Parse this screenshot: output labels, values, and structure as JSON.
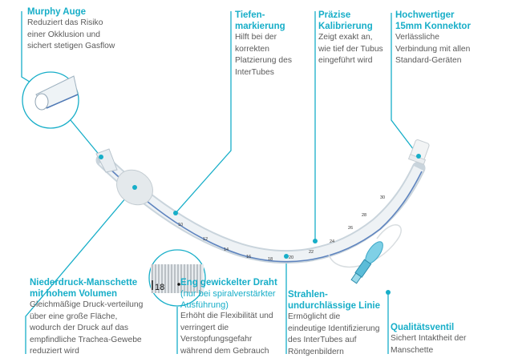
{
  "colors": {
    "accent": "#17aec8",
    "text": "#5a5a5a"
  },
  "callouts": {
    "murphy": {
      "title": "Murphy Auge",
      "desc": [
        "Reduziert das Risiko",
        "einer Okklusion und",
        "sichert stetigen Gasflow"
      ]
    },
    "tiefen": {
      "title": [
        "Tiefen-",
        "markierung"
      ],
      "desc": [
        "Hilft bei der",
        "korrekten",
        "Platzierung des",
        "InterTubes"
      ]
    },
    "praezise": {
      "title": [
        "Präzise",
        "Kalibrierung"
      ],
      "desc": [
        "Zeigt exakt an,",
        "wie tief der Tubus",
        "eingeführt wird"
      ]
    },
    "konnektor": {
      "title": [
        "Hochwertiger",
        "15mm Konnektor"
      ],
      "desc": [
        "Verlässliche",
        "Verbindung mit allen",
        "Standard-Geräten"
      ]
    },
    "manschette": {
      "title": [
        "Niederdruck-Manschette",
        "mit hohem Volumen"
      ],
      "desc": [
        "Gleichmäßige Druck-verteilung",
        "über eine große Fläche,",
        "wodurch der Druck auf das",
        "empfindliche Trachea-Gewebe",
        "reduziert wird"
      ]
    },
    "draht": {
      "title": "Eng gewickelter Draht",
      "subtitle": [
        "(nur bei spiralverstärkter",
        "Ausführung)"
      ],
      "desc": [
        "Erhöht die Flexibilität und",
        "verringert die",
        "Verstopfungsgefahr",
        "während dem Gebrauch"
      ]
    },
    "linie": {
      "title": [
        "Strahlen-",
        "undurchlässige Linie"
      ],
      "desc": [
        "Ermöglicht die",
        "eindeutige Identifizierung",
        "des InterTubes auf",
        "Röntgenbildern"
      ]
    },
    "ventil": {
      "title": "Qualitätsventil",
      "desc": [
        "Sichert Intaktheit der",
        "Manschette"
      ]
    }
  },
  "tube_markings": [
    "10",
    "12",
    "14",
    "16",
    "18",
    "20",
    "22",
    "24",
    "26",
    "28",
    "30"
  ],
  "zoom_marking": "18"
}
